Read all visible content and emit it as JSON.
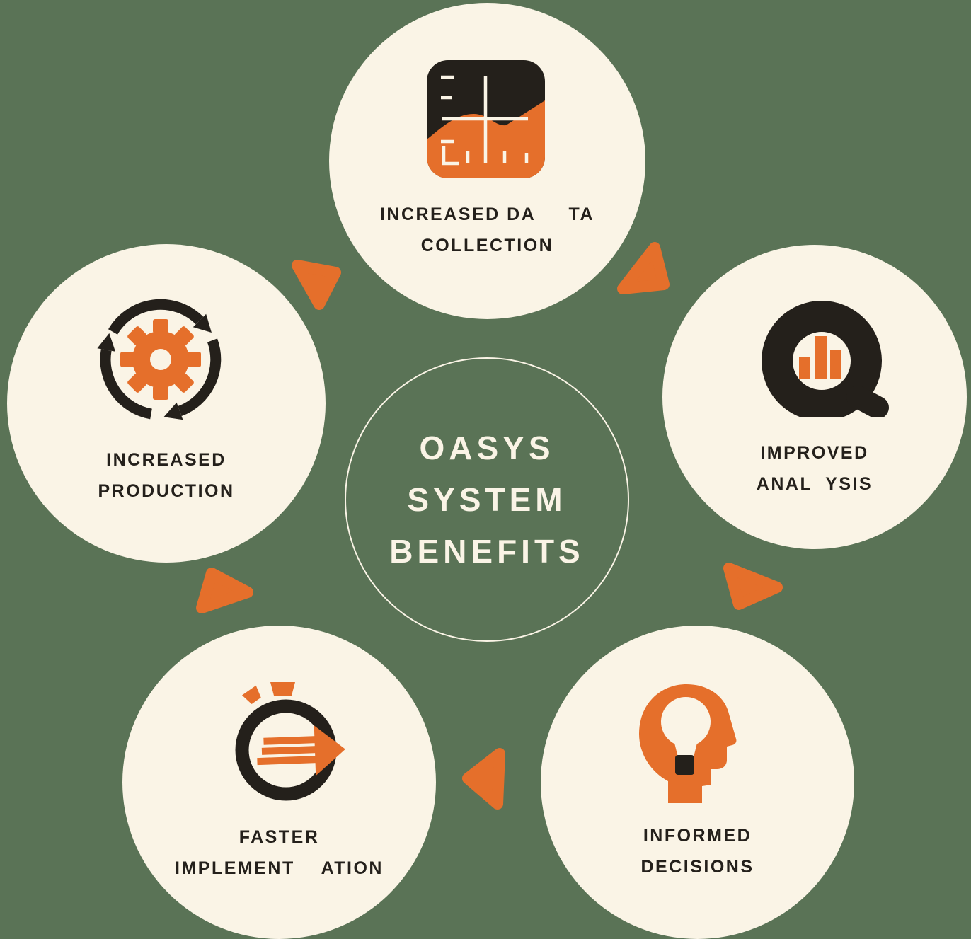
{
  "colors": {
    "background": "#5a7356",
    "cream": "#faf4e6",
    "orange": "#e56f2b",
    "dark": "#24201b"
  },
  "center": {
    "line1": "OASYS",
    "line2": "SYSTEM",
    "line3": "BENEFITS"
  },
  "nodes": [
    {
      "id": "increased-data-collection",
      "icon": "chart-axes-icon",
      "line1": "INCREASED DA     TA",
      "line2": "COLLECTION"
    },
    {
      "id": "improved-analysis",
      "icon": "magnifier-bar-chart-icon",
      "line1": "IMPROVED",
      "line2": "ANAL  YSIS"
    },
    {
      "id": "informed-decisions",
      "icon": "head-lightbulb-icon",
      "line1": "INFORMED",
      "line2": "DECISIONS"
    },
    {
      "id": "faster-implementation",
      "icon": "stopwatch-arrow-icon",
      "line1": "FASTER",
      "line2": "IMPLEMENT    ATION"
    },
    {
      "id": "increased-production",
      "icon": "gear-cycle-arrows-icon",
      "line1": "INCREASED",
      "line2": "PRODUCTION"
    }
  ],
  "connectors": [
    {
      "between": "increased-production and increased-data-collection",
      "direction": "down"
    },
    {
      "between": "increased-data-collection and improved-analysis",
      "direction": "up"
    },
    {
      "between": "improved-analysis and informed-decisions",
      "direction": "right"
    },
    {
      "between": "informed-decisions and faster-implementation",
      "direction": "left"
    },
    {
      "between": "faster-implementation and increased-production",
      "direction": "right"
    }
  ]
}
